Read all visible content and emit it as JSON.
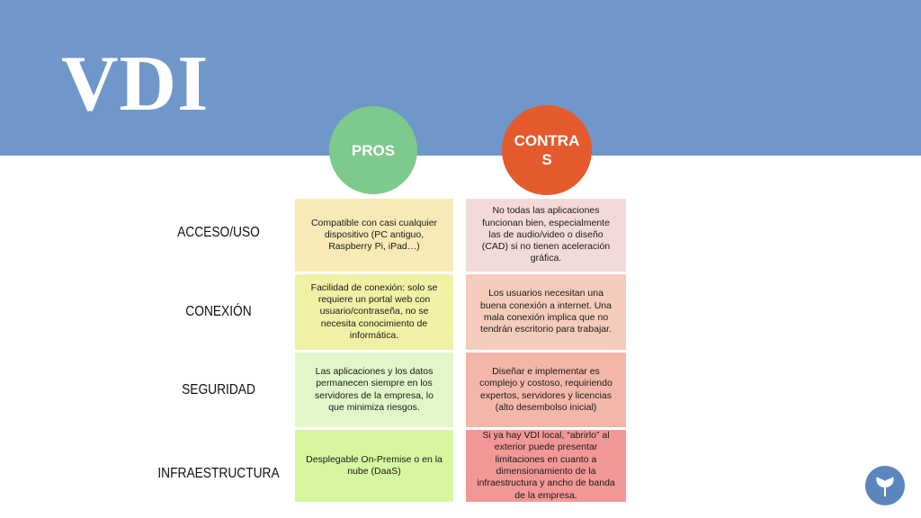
{
  "title": "VDI",
  "pros_label": "PROS",
  "cons_label": "CONTRA S",
  "rows": [
    {
      "label": "ACCESO/USO",
      "pro": "Compatible con casi cualquier dispositivo (PC antiguo, Raspberry Pi, iPad…)",
      "con": "No todas las aplicaciones funcionan bien, especialmente las de audio/video o diseño (CAD) si no tienen aceleración gráfica."
    },
    {
      "label": "CONEXIÓN",
      "pro": "Facilidad de conexión: solo se requiere un portal web con usuario/contraseña, no se necesita conocimiento de informática.",
      "con": "Los usuarios necesitan una buena conexión a internet. Una mala conexión implica que no tendrán escritorio para trabajar."
    },
    {
      "label": "SEGURIDAD",
      "pro": "Las aplicaciones y los datos permanecen siempre en los servidores de la empresa, lo que minimiza riesgos.",
      "con": "Diseñar e implementar es complejo y costoso, requiriendo expertos, servidores y licencias (alto desembolso inicial)"
    },
    {
      "label": "INFRAESTRUCTURA",
      "pro": "Desplegable On-Premise o en la nube (DaaS)",
      "con": "Si ya hay VDI local, “abrirlo” al exterior puede presentar limitaciones en cuanto a dimensionamiento de la infraestructura y ancho de banda de la empresa."
    }
  ],
  "colors": {
    "header": "#7097c9",
    "pros_circle": "#7ec98c",
    "cons_circle": "#e55a2c",
    "pro_cells": [
      "#f7eab6",
      "#f1f1a6",
      "#e2f7c9",
      "#d6f7a0"
    ],
    "con_cells": [
      "#f3dada",
      "#f5ccbc",
      "#f3b7a9",
      "#f19897"
    ]
  },
  "logo_icon": "ginkgo-leaf-icon"
}
